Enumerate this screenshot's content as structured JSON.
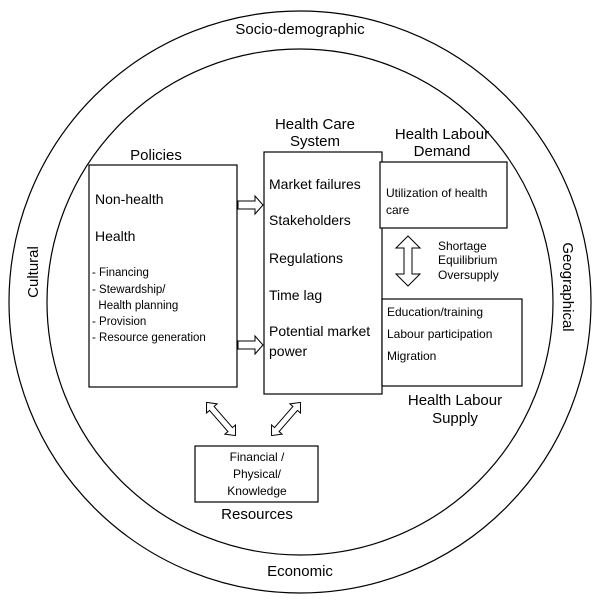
{
  "outer_ring": {
    "top": "Socio-demographic",
    "bottom": "Economic",
    "left": "Cultural",
    "right": "Geographical"
  },
  "policies": {
    "title": "Policies",
    "items_main": [
      "Non-health",
      "Health"
    ],
    "items_sub": [
      "- Financing",
      "- Stewardship/",
      "  Health planning",
      "- Provision",
      "- Resource generation"
    ]
  },
  "health_care_system": {
    "title_line1": "Health Care",
    "title_line2": "System",
    "items": [
      "Market failures",
      "Stakeholders",
      "Regulations",
      "Time lag",
      "Potential market",
      "power"
    ]
  },
  "labour_demand": {
    "title_line1": "Health Labour",
    "title_line2": "Demand",
    "text_line1": "Utilization of health",
    "text_line2": "care"
  },
  "market_states": [
    "Shortage",
    "Equilibrium",
    "Oversupply"
  ],
  "labour_supply": {
    "title_line1": "Health Labour",
    "title_line2": "Supply",
    "items": [
      "Education/training",
      "Labour participation",
      "Migration"
    ]
  },
  "resources": {
    "title": "Resources",
    "lines": [
      "Financial /",
      "Physical/",
      "Knowledge"
    ]
  }
}
